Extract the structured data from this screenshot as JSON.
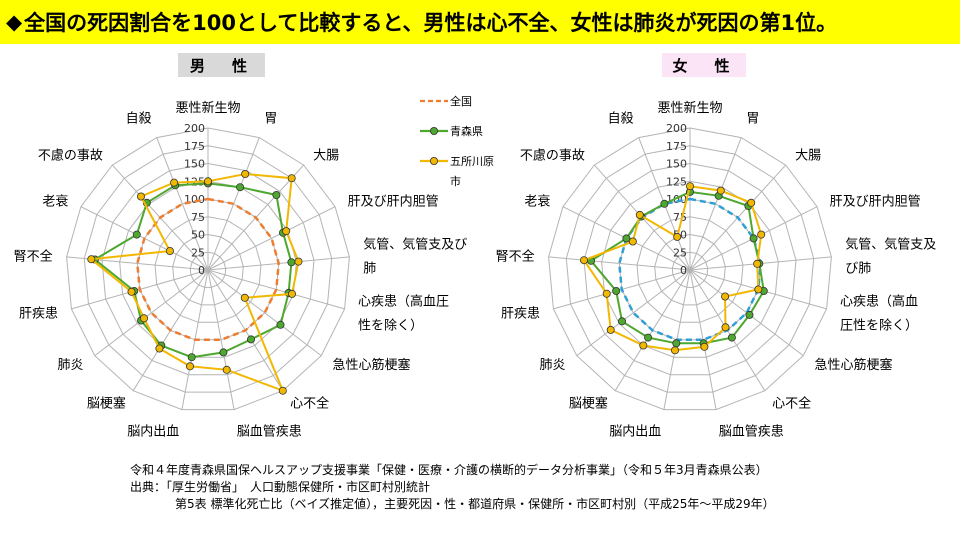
{
  "title": "全国の死因割合を100として比較すると、男性は心不全、女性は肺炎が死因の第1位。",
  "title_icon": "diamond-icon",
  "colors": {
    "title_bg": "#ffff00",
    "national": "#ed7d31",
    "national_female": "#2f9fd6",
    "aomori": "#4ea72e",
    "goshogawara": "#f2b800",
    "grid": "#b4b4b4"
  },
  "chart_data": [
    {
      "type": "radar",
      "panel_label": "男　性",
      "categories": [
        "悪性新生物",
        "胃",
        "大腸",
        "肝及び肝内胆管",
        "気管、気管支及び肺",
        "心疾患（高血圧性を除く）",
        "急性心筋梗塞",
        "心不全",
        "脳血管疾患",
        "脳内出血",
        "脳梗塞",
        "肺炎",
        "肝疾患",
        "腎不全",
        "老衰",
        "不慮の事故",
        "自殺"
      ],
      "category_lines": [
        [
          "悪性新生物"
        ],
        [
          "胃"
        ],
        [
          "大腸"
        ],
        [
          "肝及び肝内胆管"
        ],
        [
          "気管、気管支及び",
          "肺"
        ],
        [
          "心疾患（高血圧",
          "性を除く）"
        ],
        [
          "急性心筋梗塞"
        ],
        [
          "心不全"
        ],
        [
          "脳血管疾患"
        ],
        [
          "脳内出血"
        ],
        [
          "脳梗塞"
        ],
        [
          "肺炎"
        ],
        [
          "肝疾患"
        ],
        [
          "腎不全"
        ],
        [
          "老衰"
        ],
        [
          "不慮の事故"
        ],
        [
          "自殺"
        ]
      ],
      "rlim": [
        0,
        200
      ],
      "ticks": [
        "0",
        "25",
        "50",
        "75",
        "100",
        "125",
        "150",
        "175",
        "200"
      ],
      "series": [
        {
          "name": "全国",
          "values": [
            100,
            100,
            100,
            100,
            100,
            100,
            100,
            100,
            100,
            100,
            100,
            100,
            100,
            100,
            100,
            100,
            100
          ]
        },
        {
          "name": "青森県",
          "values": [
            122,
            125,
            143,
            118,
            118,
            118,
            128,
            115,
            118,
            125,
            125,
            118,
            108,
            160,
            112,
            128,
            128
          ]
        },
        {
          "name": "五所川原市",
          "values": [
            125,
            145,
            175,
            123,
            128,
            123,
            65,
            200,
            143,
            138,
            130,
            113,
            112,
            165,
            60,
            140,
            132
          ]
        }
      ],
      "legend": {
        "position": "right",
        "entries": [
          {
            "name": "全国",
            "lines": [
              "全国"
            ]
          },
          {
            "name": "青森県",
            "lines": [
              "青森県"
            ]
          },
          {
            "name": "五所川原市",
            "lines": [
              "五所川原",
              "市"
            ]
          }
        ]
      }
    },
    {
      "type": "radar",
      "panel_label": "女　性",
      "categories": [
        "悪性新生物",
        "胃",
        "大腸",
        "肝及び肝内胆管",
        "気管、気管支及び肺",
        "心疾患（高血圧性を除く）",
        "急性心筋梗塞",
        "心不全",
        "脳血管疾患",
        "脳内出血",
        "脳梗塞",
        "肺炎",
        "肝疾患",
        "腎不全",
        "老衰",
        "不慮の事故",
        "自殺"
      ],
      "category_lines": [
        [
          "悪性新生物"
        ],
        [
          "胃"
        ],
        [
          "大腸"
        ],
        [
          "肝及び肝内胆管"
        ],
        [
          "気管、気管支及",
          "び肺"
        ],
        [
          "心疾患（高血",
          "圧性を除く）"
        ],
        [
          "急性心筋梗塞"
        ],
        [
          "心不全"
        ],
        [
          "脳血管疾患"
        ],
        [
          "脳内出血"
        ],
        [
          "脳梗塞"
        ],
        [
          "肺炎"
        ],
        [
          "肝疾患"
        ],
        [
          "腎不全"
        ],
        [
          "老衰"
        ],
        [
          "不慮の事故"
        ],
        [
          "自殺"
        ]
      ],
      "rlim": [
        0,
        200
      ],
      "ticks": [
        "0",
        "25",
        "50",
        "75",
        "100",
        "125",
        "150",
        "175",
        "200"
      ],
      "series": [
        {
          "name": "全国",
          "values": [
            100,
            100,
            100,
            100,
            100,
            100,
            100,
            100,
            100,
            100,
            100,
            100,
            100,
            100,
            100,
            100,
            100
          ]
        },
        {
          "name": "青森県",
          "values": [
            110,
            112,
            122,
            100,
            98,
            108,
            105,
            112,
            105,
            105,
            112,
            120,
            108,
            140,
            100,
            102,
            100
          ]
        },
        {
          "name": "五所川原市",
          "values": [
            118,
            120,
            128,
            112,
            95,
            100,
            62,
            95,
            110,
            115,
            125,
            140,
            122,
            150,
            90,
            105,
            50
          ]
        }
      ]
    }
  ],
  "footer": {
    "line1": "令和４年度青森県国保ヘルスアップ支援事業「保健・医療・介護の横断的データ分析事業」（令和５年3月青森県公表）",
    "line2": "出典：「厚生労働省」　人口動態保健所・市区町村別統計",
    "line3": "第5表 標準化死亡比（ベイズ推定値），主要死因・性・都道府県・保健所・市区町村別（平成25年～平成29年）"
  }
}
